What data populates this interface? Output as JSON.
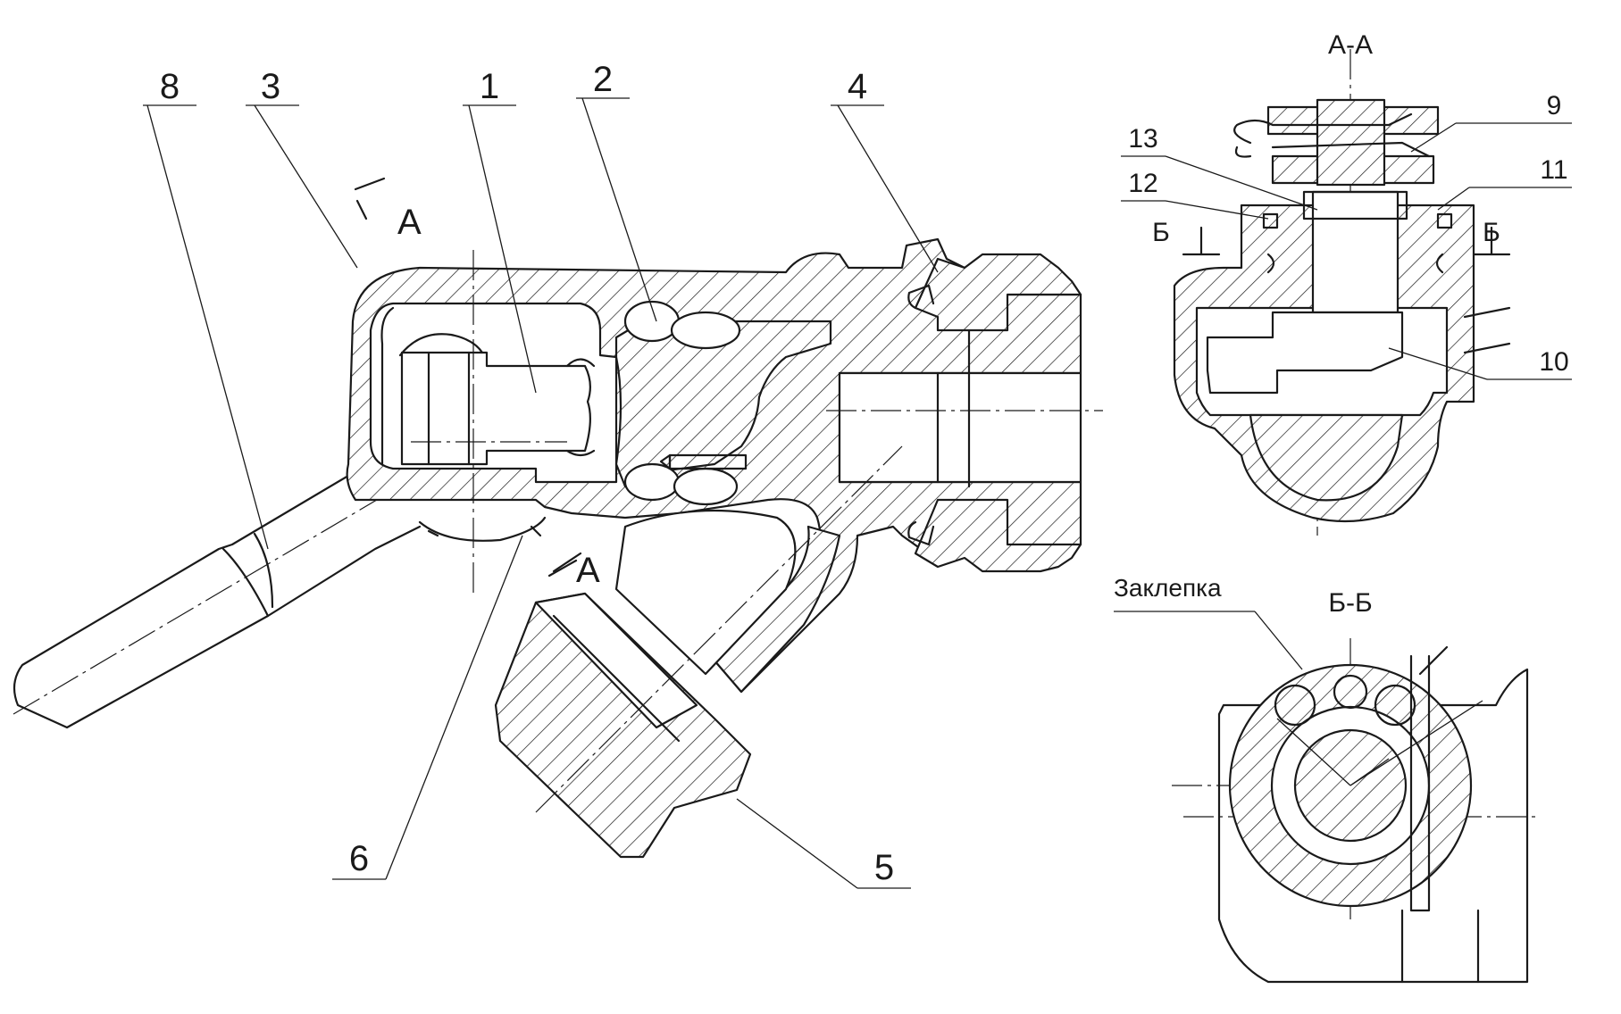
{
  "callouts": {
    "c1": "1",
    "c2": "2",
    "c3": "3",
    "c4": "4",
    "c5": "5",
    "c6": "6",
    "c8": "8",
    "c9": "9",
    "c10": "10",
    "c11": "11",
    "c12": "12",
    "c13": "13"
  },
  "section_marks": {
    "a_upper": "А",
    "a_lower": "А",
    "b_left": "Б",
    "b_right": "Б"
  },
  "view_titles": {
    "section_aa": "А-А",
    "section_bb": "Б-Б"
  },
  "notes": {
    "rivet": "Заклепка"
  }
}
